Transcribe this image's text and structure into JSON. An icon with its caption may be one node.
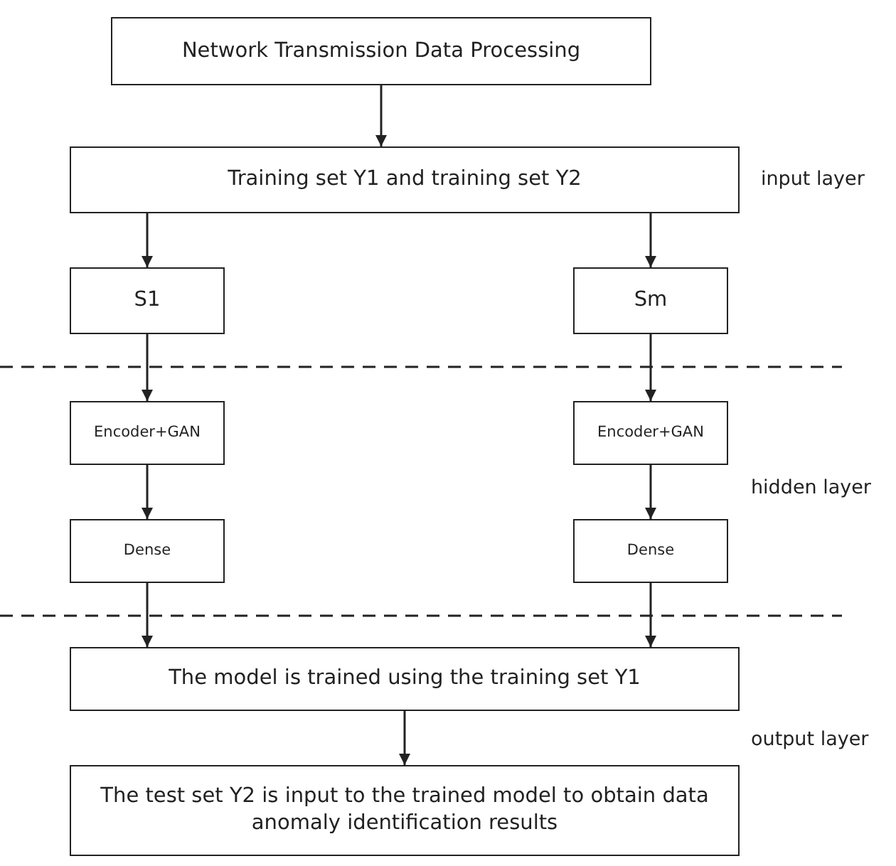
{
  "diagram": {
    "nodes": [
      {
        "text": [
          "Network Transmission Data Processing"
        ]
      },
      {
        "text": [
          "Training set Y1 and training set Y2"
        ]
      },
      {
        "text": [
          "S1"
        ]
      },
      {
        "text": [
          "Sm"
        ]
      },
      {
        "text": [
          "Encoder+GAN"
        ]
      },
      {
        "text": [
          "Encoder+GAN"
        ]
      },
      {
        "text": [
          "Dense"
        ]
      },
      {
        "text": [
          "Dense"
        ]
      },
      {
        "text": [
          "The model is trained using the training set Y1"
        ]
      },
      {
        "text": [
          "The test set Y2 is input to the trained model to obtain data anomaly identification results"
        ]
      }
    ],
    "edges": [
      {
        "from": 0,
        "to": 1,
        "arrow": "to"
      },
      {
        "from": 1,
        "to": 2,
        "arrow": "to"
      },
      {
        "from": 1,
        "to": 3,
        "arrow": "to"
      },
      {
        "from": 2,
        "to": 4,
        "arrow": "to"
      },
      {
        "from": 3,
        "to": 5,
        "arrow": "to"
      },
      {
        "from": 4,
        "to": 6,
        "arrow": "to"
      },
      {
        "from": 5,
        "to": 7,
        "arrow": "to"
      },
      {
        "from": 6,
        "to": 8,
        "arrow": "to"
      },
      {
        "from": 7,
        "to": 8,
        "arrow": "to"
      },
      {
        "from": 8,
        "to": 9,
        "arrow": "to"
      }
    ],
    "labels": [
      "input layer",
      "hidden layer",
      "output layer"
    ]
  }
}
